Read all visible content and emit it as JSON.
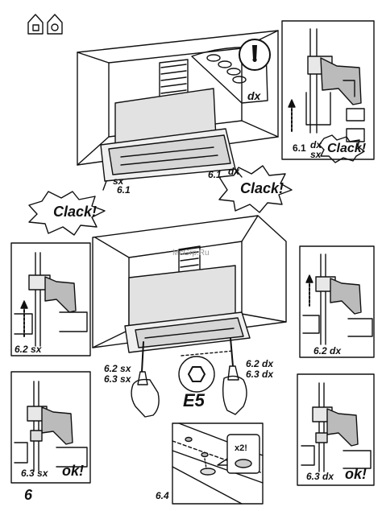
{
  "labels": {
    "watermark": "McGrp.Ru",
    "warning": "!",
    "dx_top": "dx",
    "step_6_1_right_num": "6.1",
    "step_6_1_right_dx": "dx",
    "step_6_1_right_sx": "sx",
    "clack_inset": "Clack!",
    "sx_main": "sx",
    "step_6_1_left": "6.1",
    "step_6_1_mid": "6.1",
    "dx_mid": "dx",
    "clack_left": "Clack!",
    "clack_right": "Clack!",
    "step_6_2_sx_main": "6.2 sx",
    "step_6_3_sx_main": "6.3 sx",
    "step_6_2_dx_main": "6.2 dx",
    "step_6_3_dx_main": "6.3 dx",
    "tool_code": "E5",
    "step_6_2_sx_box": "6.2 sx",
    "step_6_2_dx_box": "6.2 dx",
    "step_6_3_sx_box": "6.3 sx",
    "ok_left": "ok!",
    "step_6_3_dx_box": "6.3 dx",
    "ok_right": "ok!",
    "x2": "x2!",
    "step_6_4": "6.4",
    "page_number": "6"
  },
  "icons": [
    "house-wall-icon",
    "house-hood-icon",
    "warning-icon",
    "hex-wrench-icon",
    "screwdriver-icon",
    "hand-icon"
  ]
}
